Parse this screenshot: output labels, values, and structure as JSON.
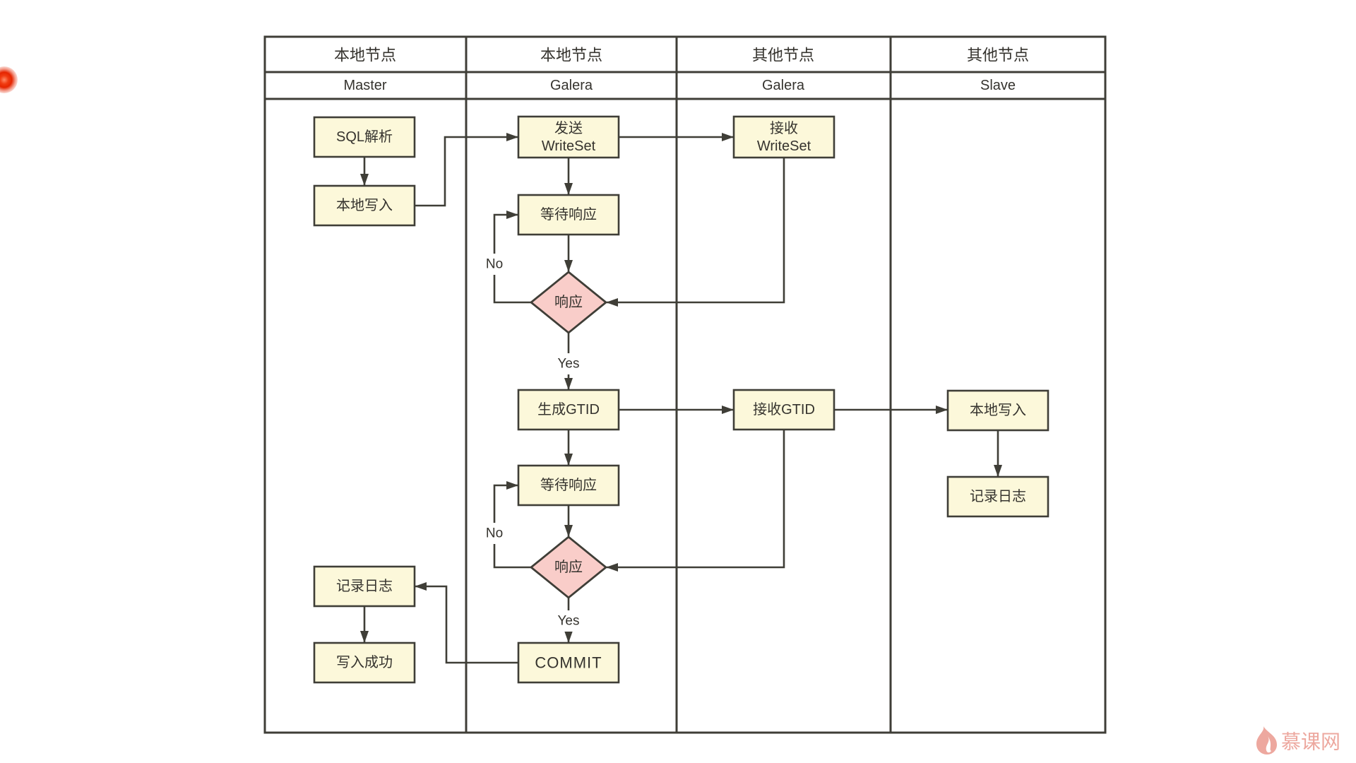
{
  "diagram": {
    "lanes": [
      {
        "group": "本地节点",
        "name": "Master"
      },
      {
        "group": "本地节点",
        "name": "Galera"
      },
      {
        "group": "其他节点",
        "name": "Galera"
      },
      {
        "group": "其他节点",
        "name": "Slave"
      }
    ],
    "nodes": {
      "sql_parse": "SQL解析",
      "local_write": "本地写入",
      "send_writeset_line1": "发送",
      "send_writeset_line2": "WriteSet",
      "recv_writeset_line1": "接收",
      "recv_writeset_line2": "WriteSet",
      "wait_response1": "等待响应",
      "response1": "响应",
      "gen_gtid": "生成GTID",
      "recv_gtid": "接收GTID",
      "slave_local_write": "本地写入",
      "slave_log": "记录日志",
      "wait_response2": "等待响应",
      "response2": "响应",
      "commit": "COMMIT",
      "master_log": "记录日志",
      "write_success": "写入成功"
    },
    "edge_labels": {
      "no1": "No",
      "yes1": "Yes",
      "no2": "No",
      "yes2": "Yes"
    }
  },
  "watermark": {
    "text": "慕课网"
  },
  "theme": {
    "box_fill": "#fcf8da",
    "box_border": "#3f3e37",
    "diamond_fill": "#f9cdc9",
    "line": "#3f3e37",
    "text": "#35332e",
    "watermark_color": "#eda89f",
    "red_dot": "#e52500",
    "background": "#ffffff"
  }
}
